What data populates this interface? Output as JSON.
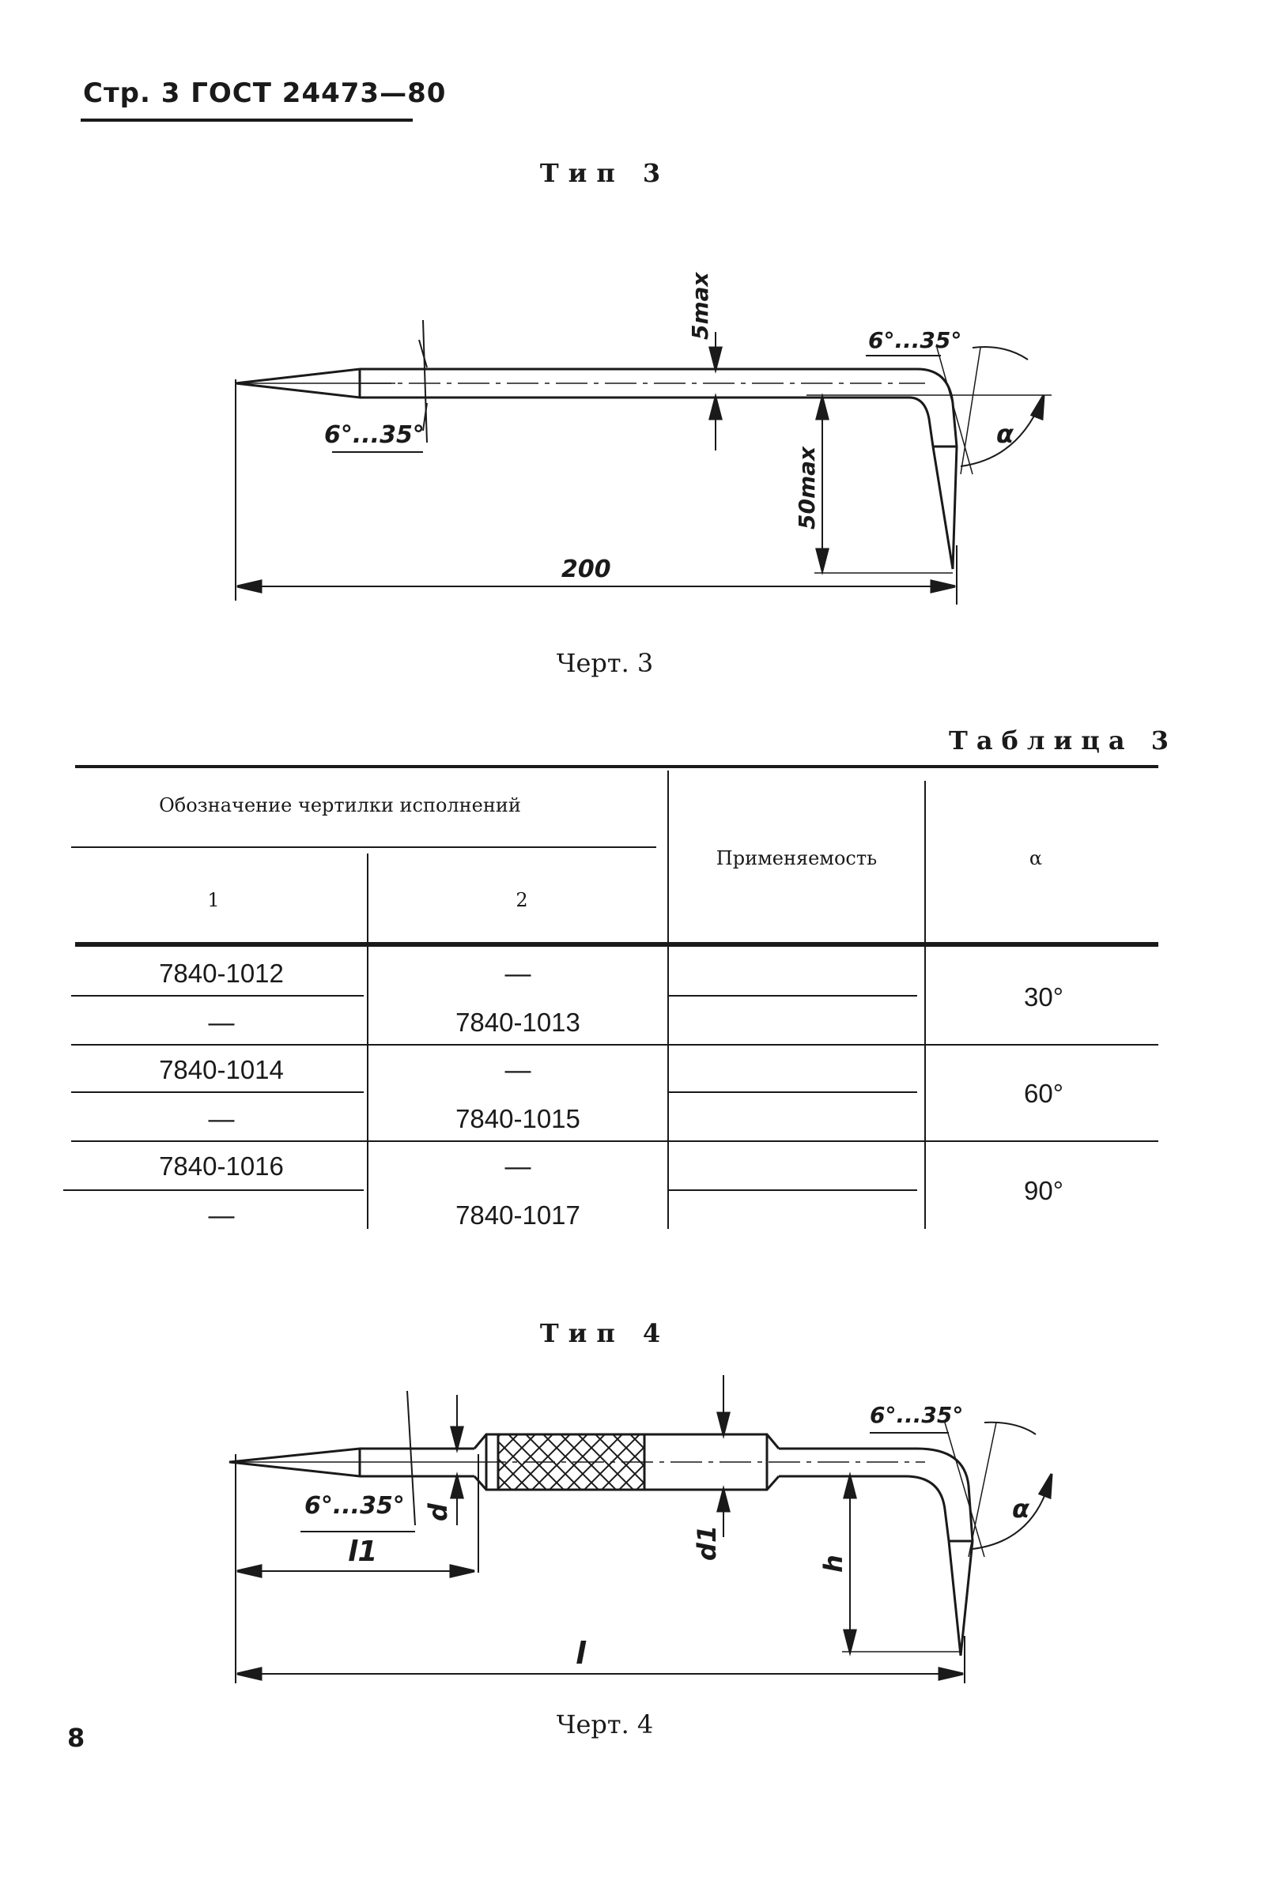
{
  "header": {
    "text": "Стр. 3 ГОСТ 24473—80"
  },
  "type3": {
    "title": "Тип 3",
    "caption": "Черт. 3"
  },
  "drawing3": {
    "angle_left": "6°...35°",
    "angle_right": "6°...35°",
    "dim_5max": "5max",
    "dim_50max": "50max",
    "dim_length": "200",
    "alpha": "α"
  },
  "table3": {
    "title": "Таблица 3",
    "header_group": "Обозначение чертилки исполнений",
    "header_col1": "1",
    "header_col2": "2",
    "header_usage": "Применяемость",
    "header_alpha": "α",
    "rows": [
      {
        "c1": "7840-1012",
        "c2": "—"
      },
      {
        "c1": "—",
        "c2": "7840-1013"
      },
      {
        "c1": "7840-1014",
        "c2": "—"
      },
      {
        "c1": "—",
        "c2": "7840-1015"
      },
      {
        "c1": "7840-1016",
        "c2": "—"
      },
      {
        "c1": "—",
        "c2": "7840-1017"
      }
    ],
    "alphas": [
      "30°",
      "60°",
      "90°"
    ]
  },
  "type4": {
    "title": "Тип 4",
    "caption": "Черт. 4"
  },
  "drawing4": {
    "angle_left": "6°...35°",
    "angle_right": "6°...35°",
    "dim_d": "d",
    "dim_d1": "d1",
    "dim_l1": "l1",
    "dim_l": "l",
    "dim_h": "h",
    "alpha": "α"
  },
  "page_number": "8"
}
